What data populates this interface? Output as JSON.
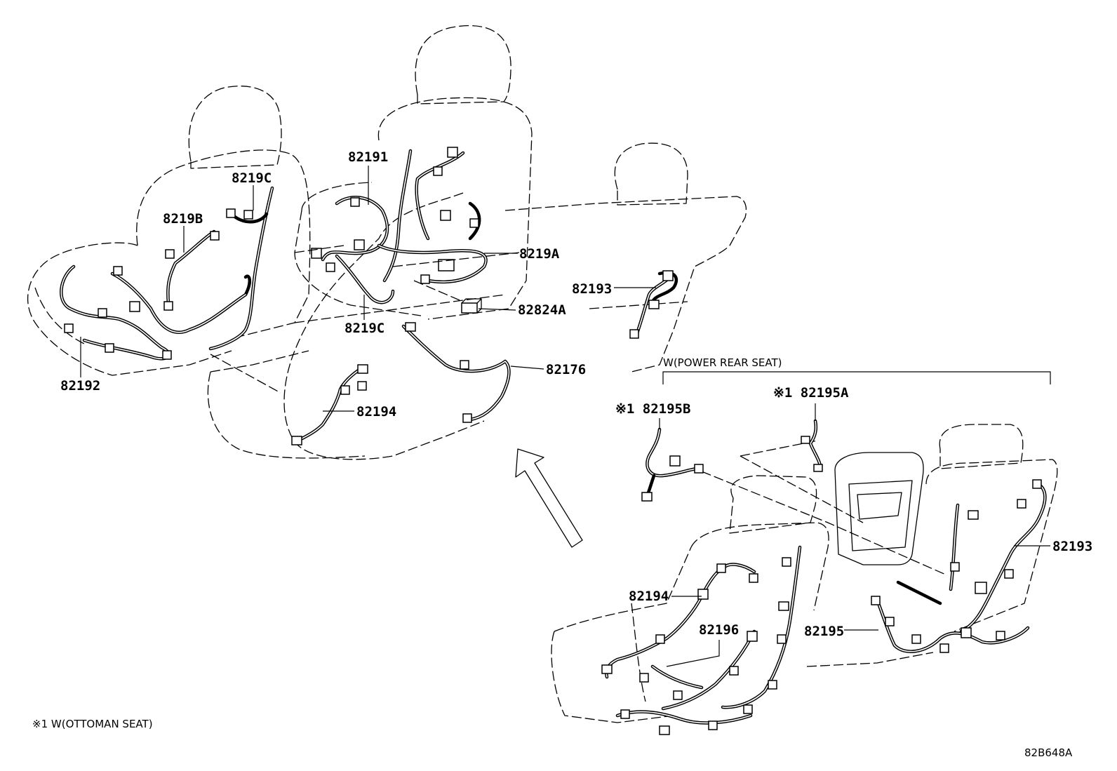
{
  "labels": {
    "p82191": "82191",
    "p8219C_top": "8219C",
    "p8219B": "8219B",
    "p8219A": "8219A",
    "p82193_top": "82193",
    "p82824A": "82824A",
    "p8219C_mid": "8219C",
    "p82192": "82192",
    "p82176": "82176",
    "p82194_top": "82194",
    "p82195A": "※1 82195A",
    "p82195B": "※1 82195B",
    "p82193_bottom": "82193",
    "p82194_bottom": "82194",
    "p82196": "82196",
    "p82195": "82195"
  },
  "notes": {
    "power_rear_seat": "W(POWER REAR SEAT)",
    "ottoman_footnote": "※1 W(OTTOMAN SEAT)",
    "figure_code": "82B648A"
  }
}
